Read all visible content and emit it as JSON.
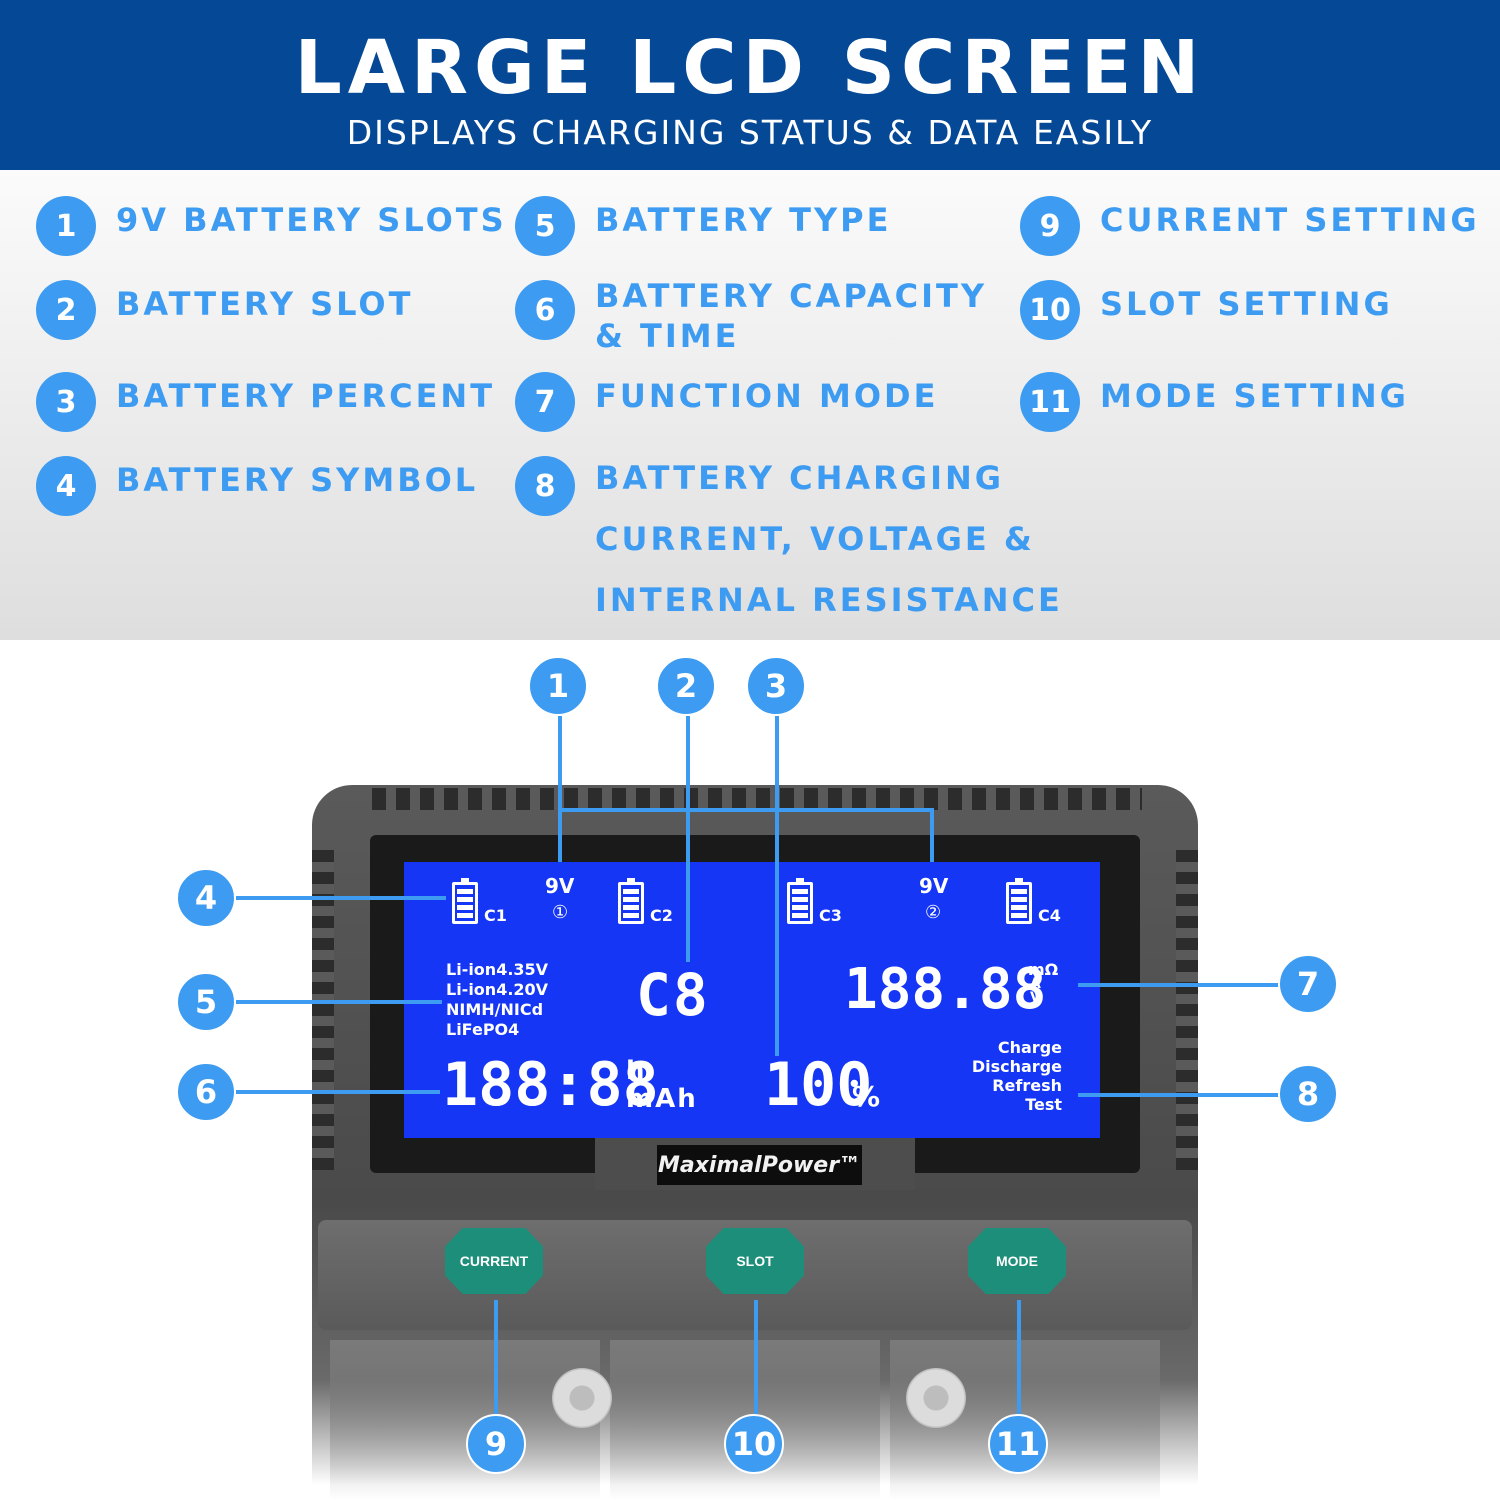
{
  "header": {
    "title": "LARGE LCD SCREEN",
    "subtitle": "DISPLAYS CHARGING STATUS & DATA EASILY"
  },
  "legend": [
    {
      "num": "1",
      "label": "9V BATTERY SLOTS"
    },
    {
      "num": "2",
      "label": "BATTERY SLOT"
    },
    {
      "num": "3",
      "label": "BATTERY PERCENT"
    },
    {
      "num": "4",
      "label": "BATTERY SYMBOL"
    },
    {
      "num": "5",
      "label": "BATTERY TYPE"
    },
    {
      "num": "6",
      "label": "BATTERY CAPACITY\n& TIME"
    },
    {
      "num": "7",
      "label": "FUNCTION MODE"
    },
    {
      "num": "8",
      "label": "BATTERY CHARGING\nCURRENT, VOLTAGE &\nINTERNAL RESISTANCE"
    },
    {
      "num": "9",
      "label": "CURRENT SETTING"
    },
    {
      "num": "10",
      "label": "SLOT SETTING"
    },
    {
      "num": "11",
      "label": "MODE SETTING"
    }
  ],
  "lcd": {
    "slots": [
      "C1",
      "C2",
      "C3",
      "C4"
    ],
    "nine_v_label": "9V",
    "nine_v_1": "①",
    "nine_v_2": "②",
    "battery_types": [
      "Li-ion4.35V",
      "Li-ion4.20V",
      "NIMH/NICd",
      "LiFePO4"
    ],
    "slot_code": "C8",
    "reading": "188.88",
    "reading_units": [
      "mΩ",
      "A",
      "V"
    ],
    "capacity": "188:88",
    "capacity_unit_h": "h",
    "capacity_unit_mah": "mAh",
    "percent": "100",
    "percent_sign": "%",
    "modes": [
      "Charge",
      "Discharge",
      "Refresh",
      "Test"
    ]
  },
  "brand": "MaximalPower™",
  "buttons": {
    "current": "CURRENT",
    "slot": "SLOT",
    "mode": "MODE"
  },
  "colors": {
    "header_bg": "#054895",
    "accent": "#3d9cf1",
    "lcd_bg": "#1536f4",
    "button": "#1c8e7a"
  }
}
